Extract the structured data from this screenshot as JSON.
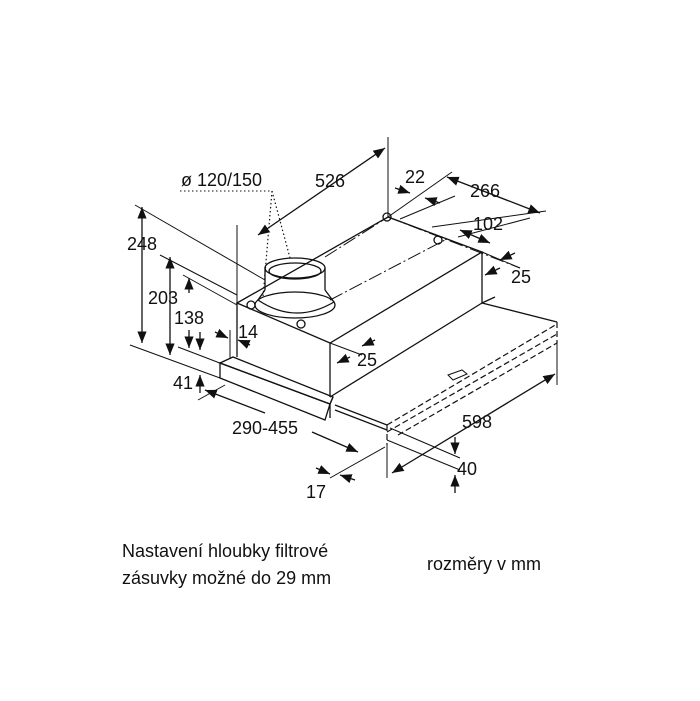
{
  "dimensions": {
    "duct_diameter": "ø 120/150",
    "depth": "526",
    "rear_offset": "22",
    "bracket_spacing": "266",
    "bracket_offset": "102",
    "side_offset_right": "25",
    "total_height": "248",
    "height_203": "203",
    "height_138": "138",
    "inset_14": "14",
    "side_offset_front": "25",
    "front_height": "41",
    "extension_range": "290-455",
    "width": "598",
    "panel_40": "40",
    "panel_17": "17"
  },
  "notes": {
    "filter_note_line1": "Nastavení hloubky filtrové",
    "filter_note_line2": "zásuvky možné do 29 mm",
    "units": "rozměry v mm"
  }
}
